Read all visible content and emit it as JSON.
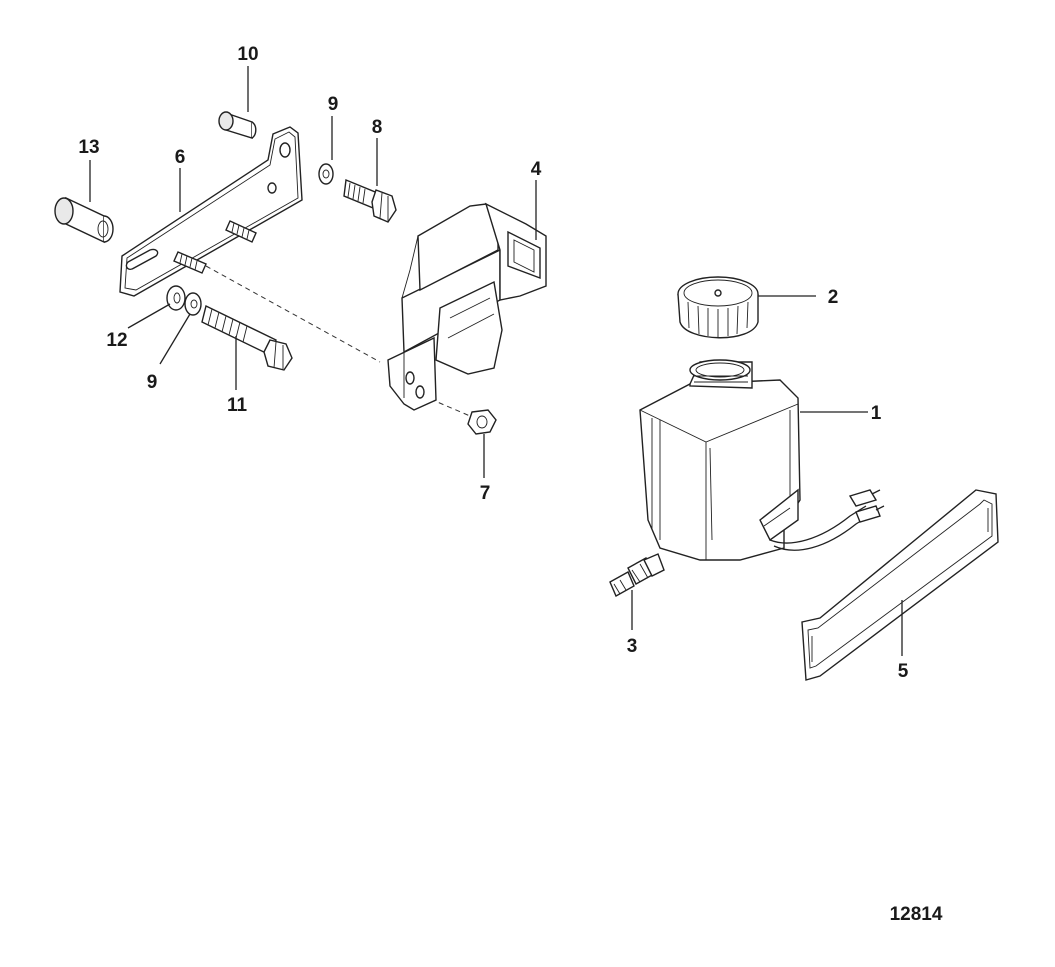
{
  "figure_number": "12814",
  "callouts": {
    "c1": "1",
    "c2": "2",
    "c3": "3",
    "c4": "4",
    "c5": "5",
    "c6": "6",
    "c7": "7",
    "c8": "8",
    "c9a": "9",
    "c9b": "9",
    "c10": "10",
    "c11": "11",
    "c12": "12",
    "c13": "13"
  }
}
